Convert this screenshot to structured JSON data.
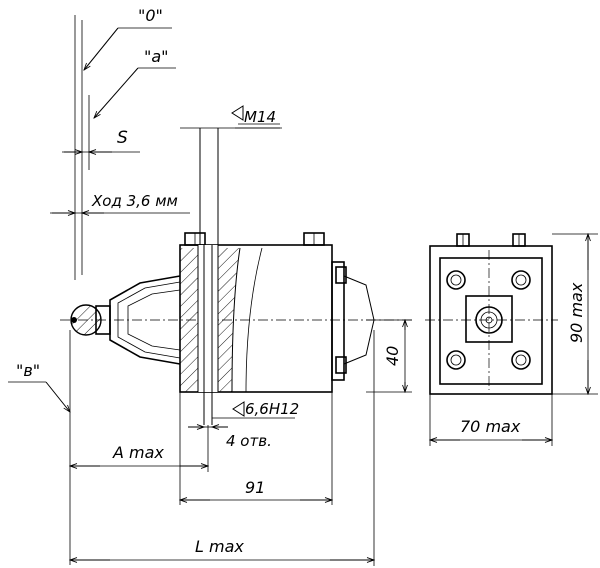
{
  "labels": {
    "position_o": "\"0\"",
    "position_a": "\"a\"",
    "position_v": "\"в\"",
    "stroke_s": "S",
    "stroke_travel": "Ход 3,6 мм",
    "thread_upper": "M14",
    "thread_lower": "6,6H12",
    "holes_count": "4 отв.",
    "dim_a_max": "A max",
    "dim_91": "91",
    "dim_l_max": "L max",
    "dim_40": "40",
    "dim_70_max": "70 max",
    "dim_90_max": "90 max"
  }
}
